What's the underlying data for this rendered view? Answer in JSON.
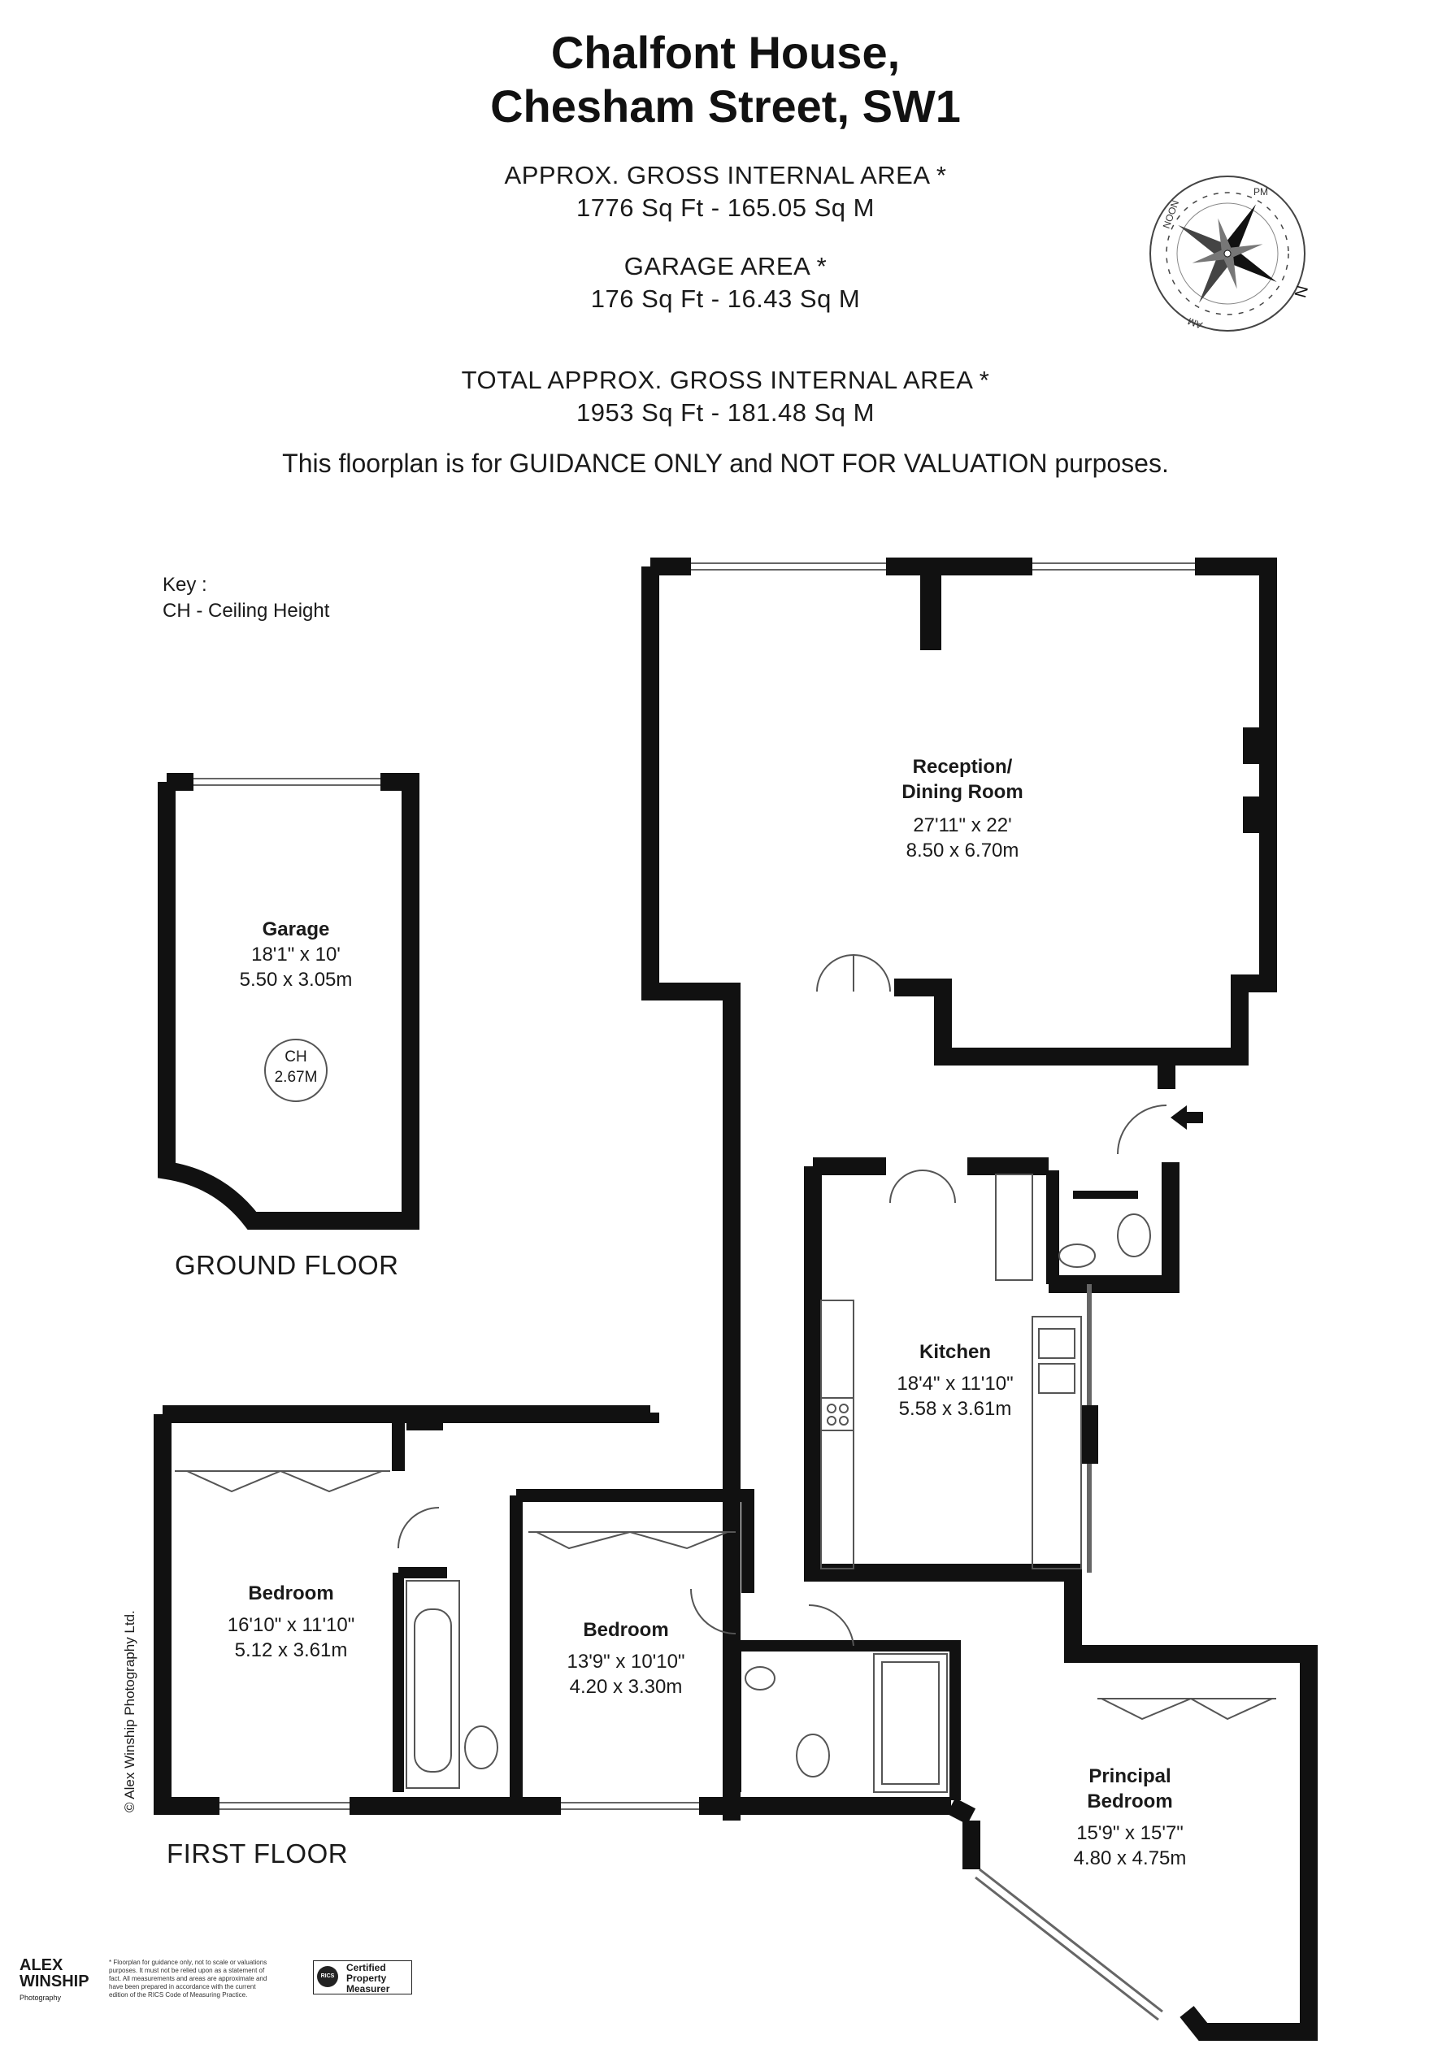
{
  "header": {
    "title_line1": "Chalfont House,",
    "title_line2": "Chesham Street, SW1",
    "gia_label": "APPROX. GROSS INTERNAL  AREA *",
    "gia_value": "1776 Sq Ft  -  165.05 Sq M",
    "garage_label": "GARAGE AREA *",
    "garage_value": "176 Sq Ft  -  16.43 Sq M",
    "total_label": "TOTAL APPROX. GROSS INTERNAL  AREA *",
    "total_value": "1953 Sq Ft  -  181.48 Sq M",
    "guidance": "This floorplan is for GUIDANCE ONLY and NOT FOR VALUATION purposes."
  },
  "compass": {
    "labels": [
      "PM",
      "NOON",
      "AM",
      "N"
    ]
  },
  "key": {
    "title": "Key :",
    "entry": "CH - Ceiling Height"
  },
  "floors": {
    "ground": "GROUND FLOOR",
    "first": "FIRST FLOOR"
  },
  "rooms": {
    "garage": {
      "name": "Garage",
      "imperial": "18'1\" x 10'",
      "metric": "5.50 x 3.05m",
      "ch_label": "CH",
      "ch_value": "2.67M"
    },
    "reception": {
      "name_line1": "Reception/",
      "name_line2": "Dining Room",
      "imperial": "27'11\" x 22'",
      "metric": "8.50 x 6.70m"
    },
    "kitchen": {
      "name": "Kitchen",
      "imperial": "18'4\" x 11'10\"",
      "metric": "5.58 x 3.61m"
    },
    "bedroom1": {
      "name": "Bedroom",
      "imperial": "16'10\" x 11'10\"",
      "metric": "5.12 x 3.61m"
    },
    "bedroom2": {
      "name": "Bedroom",
      "imperial": "13'9\" x 10'10\"",
      "metric": "4.20 x 3.30m"
    },
    "principal": {
      "name_line1": "Principal",
      "name_line2": "Bedroom",
      "imperial": "15'9\" x 15'7\"",
      "metric": "4.80 x 4.75m"
    }
  },
  "footer": {
    "copyright": "© Alex Winship Photography Ltd.",
    "logo_line1": "ALEX",
    "logo_line2": "WINSHIP",
    "logo_sub": "Photography",
    "disclaimer": "* Floorplan for guidance only, not to scale or valuations purposes. It must not be relied upon as a statement of fact. All measurements and areas are approximate and have been prepared in accordance with the current edition of the RICS Code of Measuring Practice.",
    "rics_mark": "RICS",
    "rics_text1": "Certified",
    "rics_text2": "Property",
    "rics_text3": "Measurer"
  },
  "colors": {
    "wall": "#111111",
    "line": "#555555"
  }
}
